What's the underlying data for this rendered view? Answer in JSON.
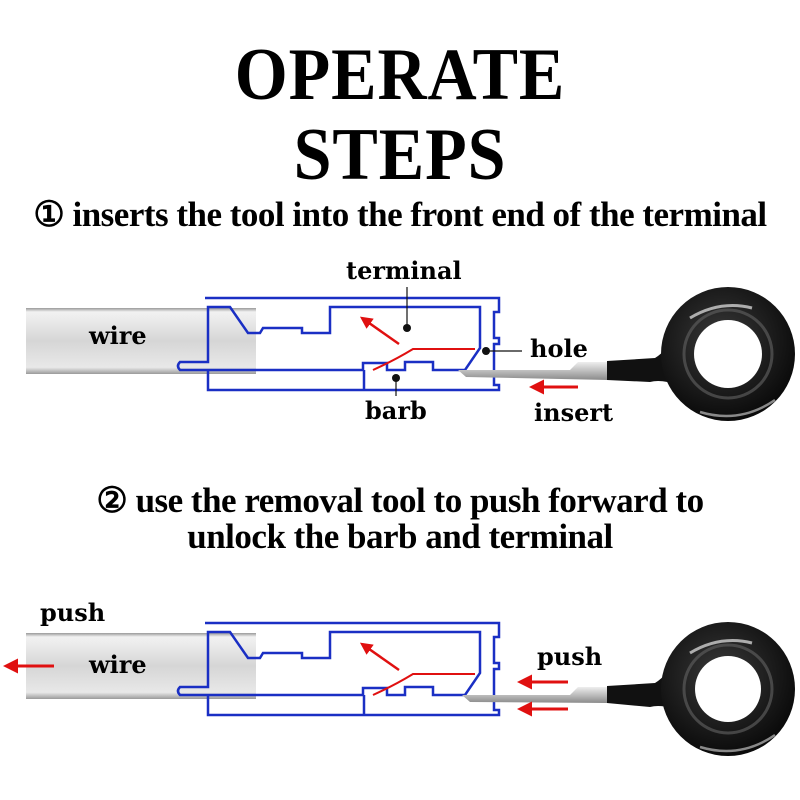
{
  "title": {
    "line1": "OPERATE",
    "line2": "STEPS"
  },
  "steps": [
    {
      "number": "①",
      "text": "inserts the tool into the front end of the terminal",
      "labels": {
        "wire": "wire",
        "terminal": "terminal",
        "hole": "hole",
        "barb": "barb",
        "insert": "insert"
      }
    },
    {
      "number": "②",
      "text_line1": "use the removal tool to push forward to",
      "text_line2": "unlock the barb and terminal",
      "labels": {
        "wire": "wire",
        "push_left": "push",
        "push_right": "push"
      }
    }
  ],
  "colors": {
    "terminal_outline": "#1a2fc4",
    "arrow": "#e01010",
    "tool_handle": "#111111",
    "tool_blade": "#c8c8c8",
    "wire": "#d8d8d8"
  }
}
